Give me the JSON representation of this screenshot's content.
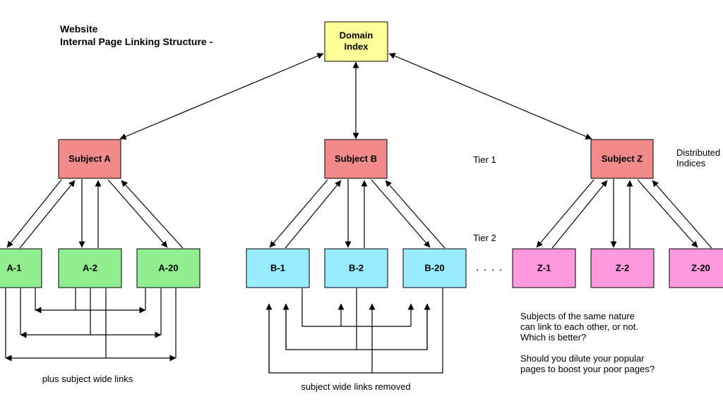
{
  "title": {
    "line1": "Website",
    "line2": "Internal Page Linking Structure -"
  },
  "domain_index": {
    "line1": "Domain",
    "line2": "Index"
  },
  "subjects": {
    "a": "Subject  A",
    "b": "Subject  B",
    "z": "Subject  Z"
  },
  "pages": {
    "a1": "A-1",
    "a2": "A-2",
    "a20": "A-20",
    "b1": "B-1",
    "b2": "B-2",
    "b20": "B-20",
    "z1": "Z-1",
    "z2": "Z-2",
    "z20": "Z-20"
  },
  "ellipsis": ". . . .",
  "tier1": "Tier 1",
  "tier2": "Tier 2",
  "distributed": {
    "line1": "Distributed",
    "line2": "Indices"
  },
  "caption_a": "plus subject wide links",
  "caption_b": "subject wide links removed",
  "notes": {
    "q1_line1": "Subjects of the same nature",
    "q1_line2": "can link to each other, or not.",
    "q1_line3": "Which is better?",
    "q2_line1": "Should you dilute your popular",
    "q2_line2": "pages to boost your poor pages?"
  },
  "colors": {
    "domain": "#ffff99",
    "subject": "#f28a8a",
    "group_a": "#90ee90",
    "group_b": "#99ecff",
    "group_z": "#ff99dd"
  }
}
